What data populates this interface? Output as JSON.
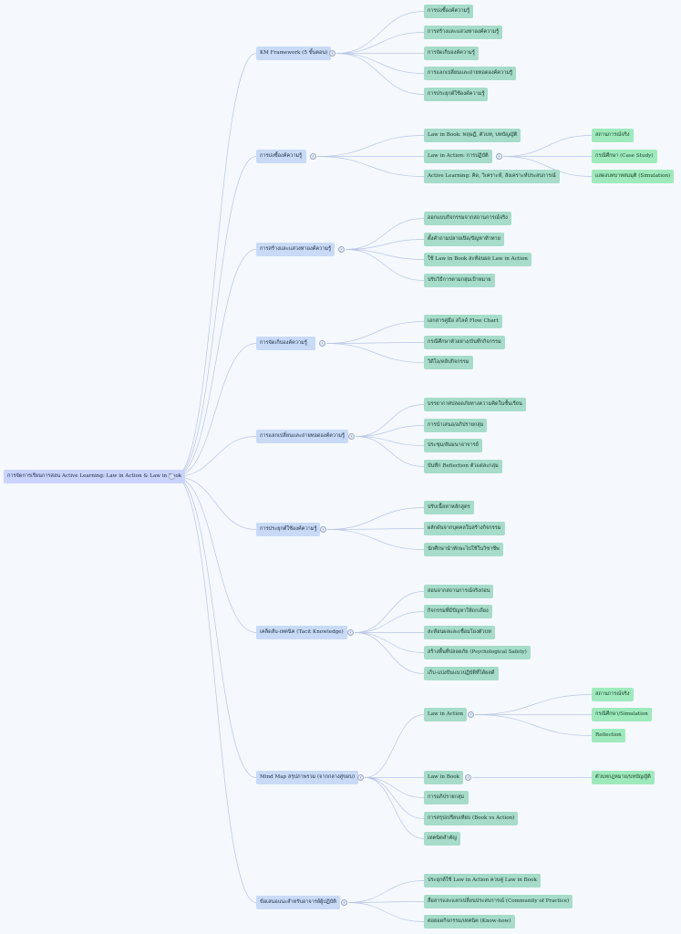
{
  "root": "การจัดการเรียนการสอน Active Learning: Law in Action & Law in Book",
  "branches": [
    {
      "label": "KM Framework (5 ขั้นตอน)",
      "children": [
        {
          "label": "การบ่งชี้องค์ความรู้"
        },
        {
          "label": "การสร้างและแสวงหาองค์ความรู้"
        },
        {
          "label": "การจัดเก็บองค์ความรู้"
        },
        {
          "label": "การแลกเปลี่ยนและถ่ายทอดองค์ความรู้"
        },
        {
          "label": "การประยุกต์ใช้องค์ความรู้"
        }
      ]
    },
    {
      "label": "การบ่งชี้องค์ความรู้",
      "children": [
        {
          "label": "Law in Book: ทฤษฎี, ตัวบท, บทบัญญัติ"
        },
        {
          "label": "Law in Action: การปฏิบัติ",
          "children": [
            {
              "label": "สถานการณ์จริง"
            },
            {
              "label": "กรณีศึกษา (Case Study)"
            },
            {
              "label": "แสดงบทบาทสมมุติ (Simulation)"
            }
          ]
        },
        {
          "label": "Active Learning: คิด, วิเคราะห์, สังเคราะห์ประสบการณ์"
        }
      ]
    },
    {
      "label": "การสร้างและแสวงหาองค์ความรู้",
      "children": [
        {
          "label": "ออกแบบกิจกรรมจากสถานการณ์จริง"
        },
        {
          "label": "ตั้งคำถามปลายเปิด/ปัญหาท้าทาย"
        },
        {
          "label": "ใช้ Law in Book สะท้อนผล Law in Action"
        },
        {
          "label": "ปรับวิธีการตามกลุ่มเป้าหมาย"
        }
      ]
    },
    {
      "label": "การจัดเก็บองค์ความรู้",
      "children": [
        {
          "label": "เอกสารคู่มือ สไลด์ Flow Chart"
        },
        {
          "label": "กรณีศึกษาตัวอย่าง/บันทึกกิจกรรม"
        },
        {
          "label": "วิดีโอ/คลิปกิจกรรม"
        }
      ]
    },
    {
      "label": "การแลกเปลี่ยนและถ่ายทอดองค์ความรู้",
      "children": [
        {
          "label": "บรรยากาศปลอดภัยทางความคิดในชั้นเรียน"
        },
        {
          "label": "การนำเสนอ/อภิปรายกลุ่ม"
        },
        {
          "label": "ประชุม/สัมมนาอาจารย์"
        },
        {
          "label": "บันทึก Reflection ตัวแต่ละกลุ่ม"
        }
      ]
    },
    {
      "label": "การประยุกต์ใช้องค์ความรู้",
      "children": [
        {
          "label": "ปรับเนื้อหาหลักสูตร"
        },
        {
          "label": "ผลักดันจากบุคคลในสร้างกิจกรรม"
        },
        {
          "label": "นักศึกษานำทักษะไปใช้ในวิชาชีพ"
        }
      ]
    },
    {
      "label": "เคล็ดลับ-เทคนิค (Tacit Knowledge)",
      "children": [
        {
          "label": "สอนจากสถานการณ์จริงก่อน"
        },
        {
          "label": "กิจกรรมที่มีปัญหาให้ถกเถียง"
        },
        {
          "label": "สะท้อนผลและเชื่อมโยงตัวบท"
        },
        {
          "label": "สร้างพื้นที่ปลอดภัย (Psychological Safety)"
        },
        {
          "label": "เก็บ-แบ่งปันแนวปฏิบัติที่ได้ผลดี"
        }
      ]
    },
    {
      "label": "Mind Map สรุปภาพรวม (จากกลางสู่ขอบ)",
      "children": [
        {
          "label": "Law in Action",
          "children": [
            {
              "label": "สถานการณ์จริง"
            },
            {
              "label": "กรณีศึกษา/Simulation"
            },
            {
              "label": "Reflection"
            }
          ]
        },
        {
          "label": "Law in Book",
          "children": [
            {
              "label": "ตัวบทกฎหมาย/บทบัญญัติ"
            }
          ]
        },
        {
          "label": "การอภิปรายกลุ่ม"
        },
        {
          "label": "การสรุปเปรียบเทียบ (Book vs Action)"
        },
        {
          "label": "เทคนิคสำคัญ"
        }
      ]
    },
    {
      "label": "ข้อเสนอแนะสำหรับอาจารย์ผู้ปฏิบัติ",
      "children": [
        {
          "label": "ประยุกต์ใช้ Law in Action ควบคู่ Law in Book"
        },
        {
          "label": "สื่อสารและแลกเปลี่ยนประสบการณ์ (Community of Practice)"
        },
        {
          "label": "ต่อยอดกิจกรรม/เทคนิค (Know-how)"
        }
      ]
    }
  ]
}
